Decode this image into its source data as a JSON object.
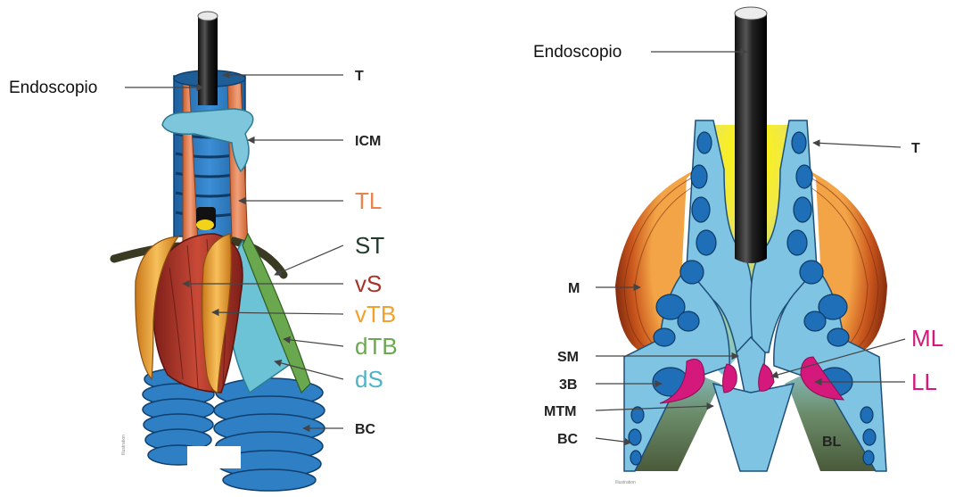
{
  "left_diagram": {
    "endoscope_label": "Endoscopio",
    "labels": {
      "T": "T",
      "ICM": "ICM",
      "TL": "TL",
      "ST": "ST",
      "vS": "vS",
      "vTB": "vTB",
      "dTB": "dTB",
      "dS": "dS",
      "BC": "BC"
    },
    "colors": {
      "TL": "#e8844e",
      "ST": "#1f3a2a",
      "vS": "#a8332a",
      "vTB": "#f0a22c",
      "dTB": "#6aa84f",
      "dS": "#4fb3c6"
    }
  },
  "right_diagram": {
    "endoscope_label": "Endoscopio",
    "labels": {
      "T": "T",
      "M": "M",
      "SM": "SM",
      "3B": "3B",
      "MTM": "MTM",
      "BC": "BC",
      "ML": "ML",
      "LL": "LL",
      "BL": "BL"
    },
    "colors": {
      "ML": "#d4187c",
      "LL": "#d4187c"
    }
  }
}
